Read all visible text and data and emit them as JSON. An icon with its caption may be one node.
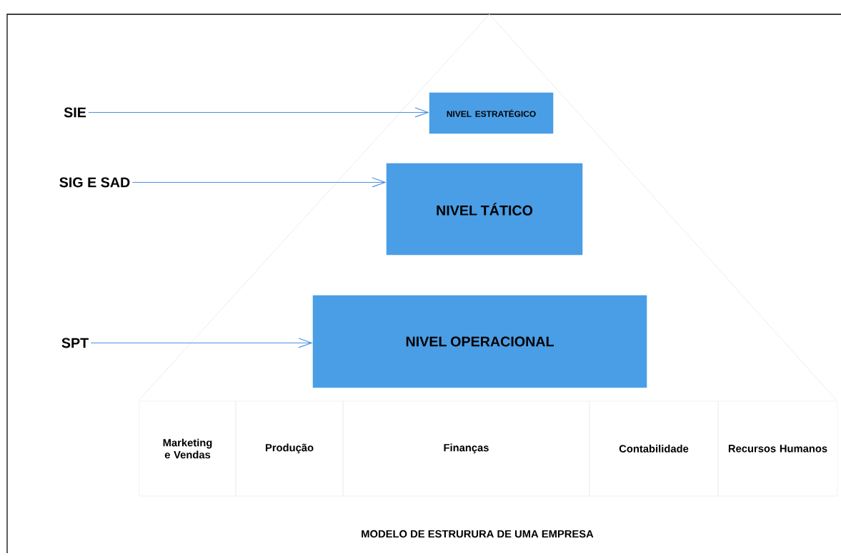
{
  "diagram": {
    "caption": "MODELO DE ESTRURURA DE UMA EMPRESA",
    "nodes": [
      {
        "text": [
          "SIE"
        ]
      },
      {
        "text": [
          "NIVEL ESTRATÉGICO"
        ]
      },
      {
        "text": [
          "SIG E SAD"
        ]
      },
      {
        "text": [
          "NIVEL TÁTICO"
        ]
      },
      {
        "text": [
          "SPT"
        ]
      },
      {
        "text": [
          "NIVEL OPERACIONAL"
        ]
      },
      {
        "text": [
          "Marketing e Vendas"
        ]
      },
      {
        "text": [
          "Produção"
        ]
      },
      {
        "text": [
          "Finanças"
        ]
      },
      {
        "text": [
          "Contabilidade"
        ]
      },
      {
        "text": [
          "Recursos Humanos"
        ]
      }
    ],
    "edges": [
      {
        "from": 0,
        "to": 1,
        "arrow": "to"
      },
      {
        "from": 2,
        "to": 3,
        "arrow": "to"
      },
      {
        "from": 4,
        "to": 5,
        "arrow": "to"
      }
    ]
  }
}
